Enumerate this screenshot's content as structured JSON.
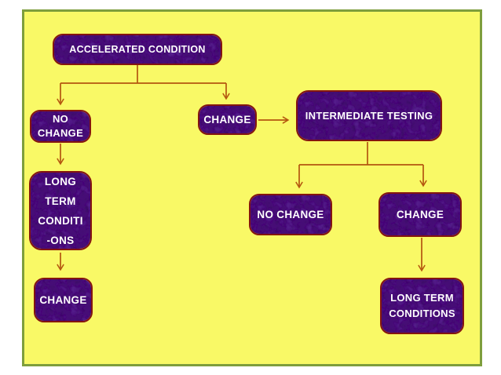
{
  "page": {
    "background": "#FFFFFF",
    "panel": {
      "background": "#F9F966",
      "border_color": "#7E9E3C"
    }
  },
  "palette": {
    "node_fill": "#4A1779",
    "node_fill_dark_spots": "#2B0650",
    "node_fill_light_spots": "#7A3FC2",
    "node_border": "#84150F",
    "node_text": "#FFFFFF",
    "arrow": "#B4560F"
  },
  "nodes": {
    "accelerated": {
      "label": "ACCELERATED CONDITION"
    },
    "no_change_left": {
      "label": "NO\nCHANGE"
    },
    "change_mid": {
      "label": "CHANGE"
    },
    "intermediate": {
      "label": "INTERMEDIATE TESTING"
    },
    "long_term_left": {
      "label": "LONG\nTERM\nCONDITI\n-ONS"
    },
    "change_bottom_left": {
      "label": "CHANGE"
    },
    "no_change_right": {
      "label": "NO CHANGE"
    },
    "change_right": {
      "label": "CHANGE"
    },
    "long_term_right": {
      "label": "LONG TERM\nCONDITIONS"
    }
  },
  "edges": [
    {
      "from": "accelerated",
      "to": "no_change_left"
    },
    {
      "from": "accelerated",
      "to": "change_mid"
    },
    {
      "from": "change_mid",
      "to": "intermediate"
    },
    {
      "from": "intermediate",
      "to": "no_change_right"
    },
    {
      "from": "intermediate",
      "to": "change_right"
    },
    {
      "from": "no_change_left",
      "to": "long_term_left"
    },
    {
      "from": "long_term_left",
      "to": "change_bottom_left"
    },
    {
      "from": "change_right",
      "to": "long_term_right"
    }
  ]
}
